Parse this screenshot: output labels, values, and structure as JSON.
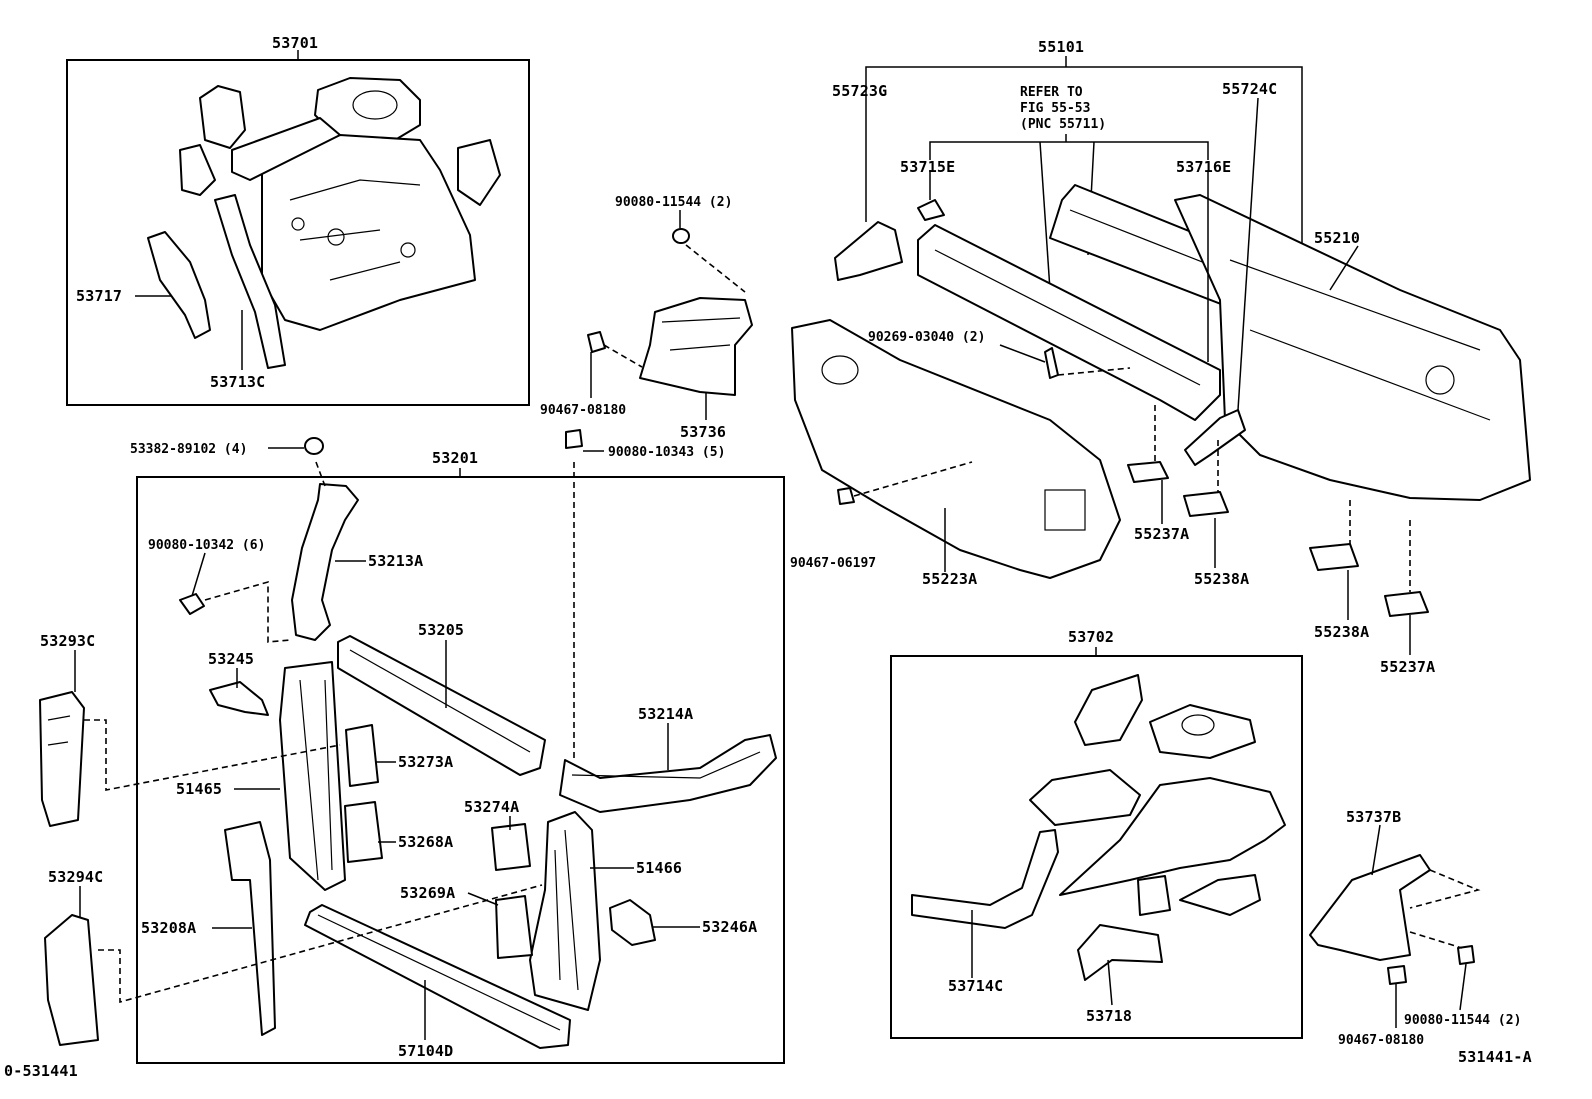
{
  "labels": {
    "p53701": "53701",
    "p53717": "53717",
    "p53713c": "53713C",
    "p90080_11544_top": "90080-11544 (2)",
    "p90467_08180_top": "90467-08180",
    "p53736": "53736",
    "p53382": "53382-89102 (4)",
    "p90080_10343": "90080-10343 (5)",
    "p53201": "53201",
    "p90080_10342": "90080-10342 (6)",
    "p53213a": "53213A",
    "p53205": "53205",
    "p53293c": "53293C",
    "p53245": "53245",
    "p53214a": "53214A",
    "p53273a": "53273A",
    "p51465": "51465",
    "p53274a": "53274A",
    "p53268a": "53268A",
    "p51466": "51466",
    "p53294c": "53294C",
    "p53269a": "53269A",
    "p53208a": "53208A",
    "p53246a": "53246A",
    "p57104d": "57104D",
    "p0_531441": "0-531441",
    "p55101": "55101",
    "p55723g": "55723G",
    "refer_line1": "REFER TO",
    "refer_line2": "FIG 55-53",
    "refer_line3": "(PNC 55711)",
    "p55724c": "55724C",
    "p53715e": "53715E",
    "p53716e": "53716E",
    "p55210": "55210",
    "p90269": "90269-03040 (2)",
    "p90467_06197": "90467-06197",
    "p55223a": "55223A",
    "p55237a_1": "55237A",
    "p55238a_1": "55238A",
    "p55238a_2": "55238A",
    "p55237a_2": "55237A",
    "p53702": "53702",
    "p53714c": "53714C",
    "p53718": "53718",
    "p53737b": "53737B",
    "p90080_11544_bot": "90080-11544 (2)",
    "p90467_08180_bot": "90467-08180",
    "p531441_a": "531441-A"
  }
}
